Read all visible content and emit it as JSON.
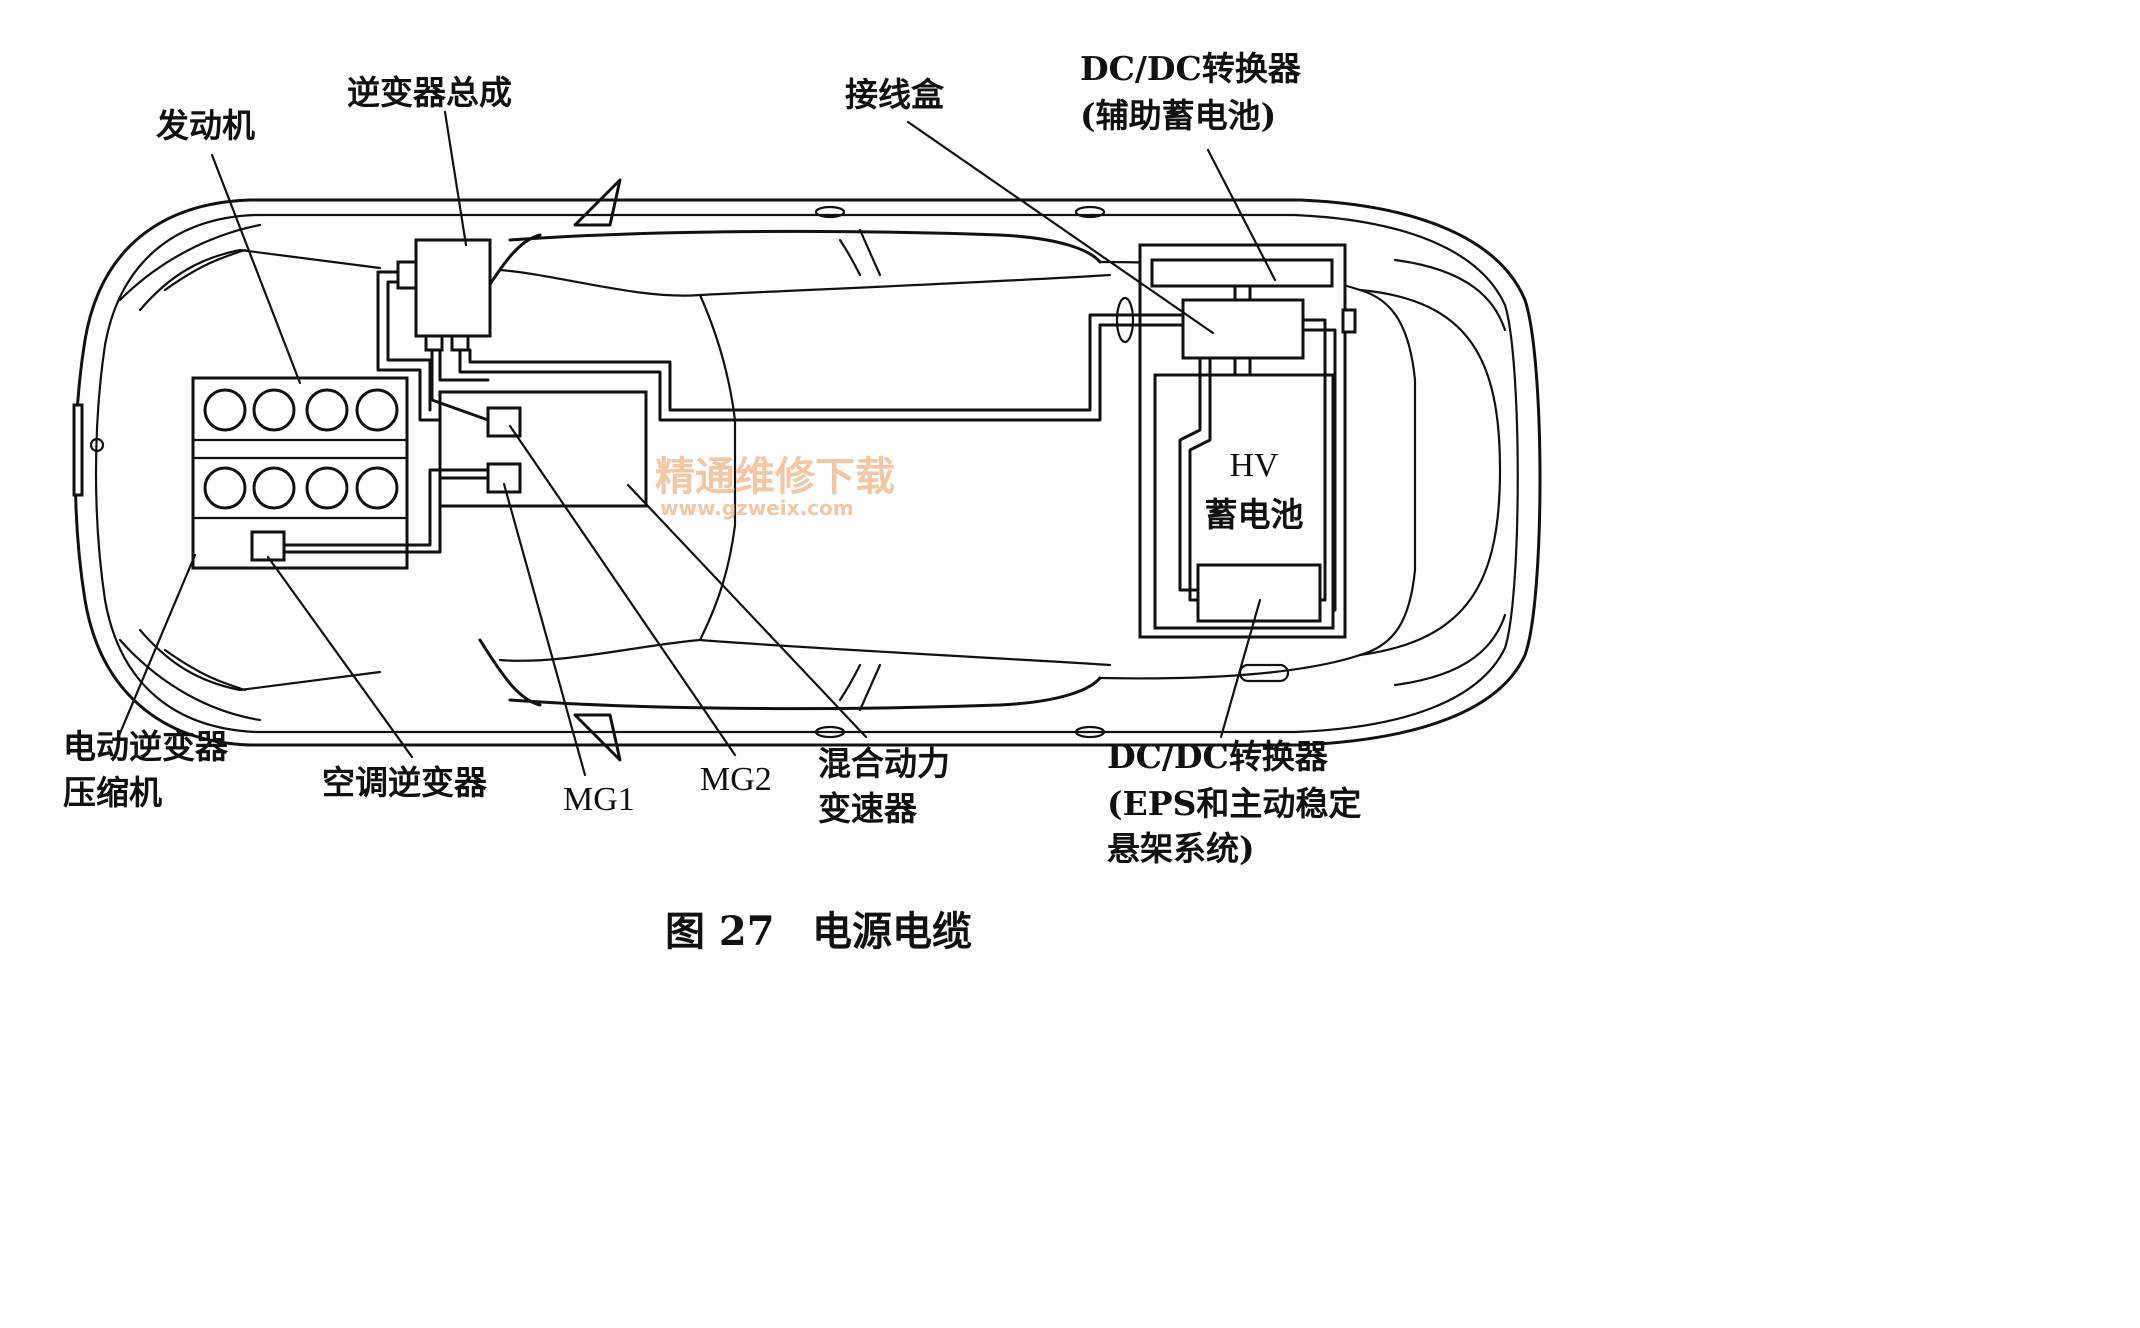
{
  "labels": {
    "engine": "发动机",
    "inverter_assembly": "逆变器总成",
    "junction_box": "接线盒",
    "dcdc_aux_line1": "DC/DC转换器",
    "dcdc_aux_line2": "(辅助蓄电池)",
    "hv_battery_line1": "HV",
    "hv_battery_line2": "蓄电池",
    "compressor_line1": "电动逆变器",
    "compressor_line2": "压缩机",
    "ac_inverter": "空调逆变器",
    "mg1": "MG1",
    "mg2": "MG2",
    "transaxle_line1": "混合动力",
    "transaxle_line2": "变速器",
    "dcdc_eps_line1": "DC/DC转换器",
    "dcdc_eps_line2": "(EPS和主动稳定",
    "dcdc_eps_line3": "悬架系统)"
  },
  "watermark": {
    "title": "精通维修下载",
    "url": "www.gzweix.com"
  },
  "caption": {
    "figure_number": "图 27",
    "title": "电源电缆"
  }
}
